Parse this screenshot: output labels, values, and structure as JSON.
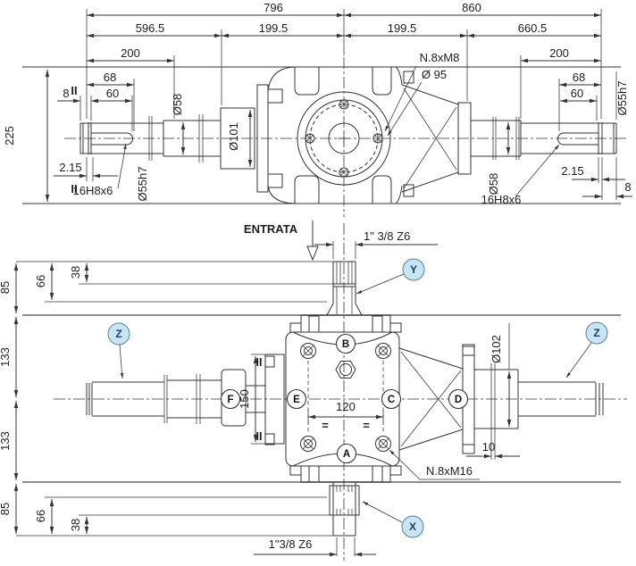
{
  "colors": {
    "line": "#333333",
    "reference_line": "#7d7d7d",
    "balloon_fill": "#c9e5f4",
    "balloon_border": "#58809c",
    "balloon_text": "#1d3d5c",
    "background": "#ffffff"
  },
  "top_view": {
    "section_mark_top": "II",
    "section_mark_bottom": "II",
    "dims": {
      "overall_left": "796",
      "overall_right": "860",
      "left_span": "596.5",
      "left_center_span": "199.5",
      "right_center_span": "199.5",
      "right_span": "660.5",
      "left_200": "200",
      "left_68": "68",
      "left_8": "8",
      "left_60": "60",
      "left_key_depth": "2.15",
      "left_keyway": "16H8x6",
      "left_shaft_dia": "Ø55h7",
      "left_bearing_dia": "Ø58",
      "hub_dia": "Ø101",
      "height": "225",
      "bolts_label": "N.8xM8",
      "bolt_circle_dia": "Ø 95",
      "right_200": "200",
      "right_68": "68",
      "right_60": "60",
      "right_key_depth": "2.15",
      "right_8": "8",
      "right_keyway": "16H8x6",
      "right_shaft_dia": "Ø55h7",
      "right_bearing_dia": "Ø58"
    }
  },
  "bottom_view": {
    "input_label": "ENTRATA",
    "spline_top": "1\" 3/8 Z6",
    "spline_bottom": "1\"3/8 Z6",
    "balloons": {
      "top_shaft": "Y",
      "bottom_shaft": "X",
      "left_shaft": "Z",
      "right_shaft": "Z"
    },
    "positions": {
      "top": "B",
      "bottom": "A",
      "left": "E",
      "right": "C",
      "right_face": "D",
      "left_face": "F"
    },
    "dims": {
      "top_85": "85",
      "top_66": "66",
      "top_38": "38",
      "upper_133": "133",
      "lower_133": "133",
      "bottom_85": "85",
      "bottom_66": "66",
      "bottom_38": "38",
      "flange_150": "150",
      "bolt_spacing": "120",
      "flange_dia": "Ø102",
      "spacer_10": "10",
      "bolts_label": "N.8xM16"
    },
    "equal_marks": [
      "=",
      "="
    ],
    "section_mark_top": "II",
    "section_mark_bottom": "II"
  }
}
